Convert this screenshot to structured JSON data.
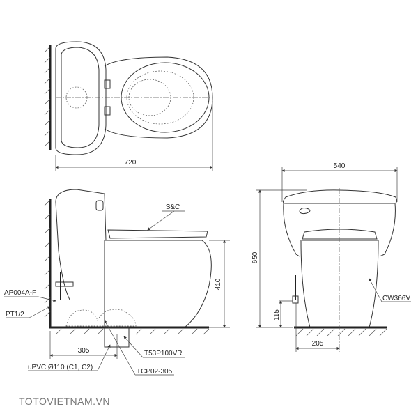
{
  "top_view": {
    "width_dim": "720"
  },
  "side_view": {
    "seat_label": "S&C",
    "height_dim": "410",
    "valve_label": "AP004A-F",
    "thread_label": "PT1/2",
    "rough_in_dim": "305",
    "pipe_label": "uPVC Ø110 (C1, C2)",
    "flange_label": "T53P100VR",
    "adapter_label": "TCP02-305"
  },
  "front_view": {
    "width_dim": "540",
    "height_dim": "650",
    "supply_height_dim": "115",
    "supply_offset_dim": "205",
    "model_label": "CW366V"
  },
  "watermark": "TOTOVIETNAM.VN"
}
